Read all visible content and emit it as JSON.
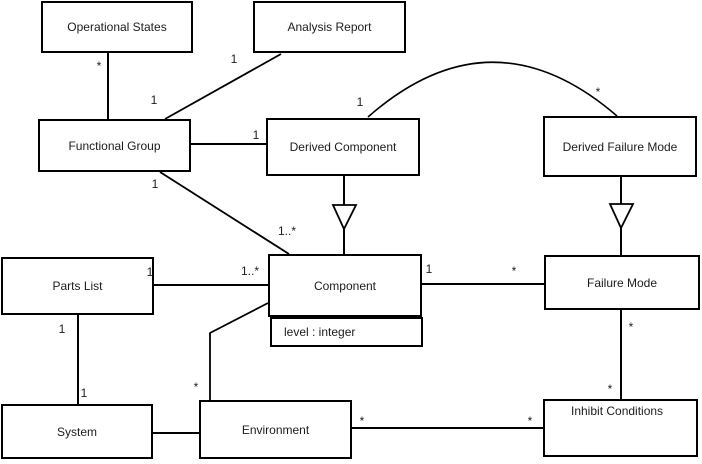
{
  "diagram_type": "uml-class-diagram",
  "colors": {
    "background": "#ffffff",
    "line": "#000000",
    "box_border": "#000000",
    "box_fill": "#ffffff",
    "text": "#1c1c1c"
  },
  "classes": {
    "operational_states": {
      "label": "Operational States"
    },
    "analysis_report": {
      "label": "Analysis Report"
    },
    "functional_group": {
      "label": "Functional Group"
    },
    "derived_component": {
      "label": "Derived Component"
    },
    "derived_failure_mode": {
      "label": "Derived Failure Mode"
    },
    "parts_list": {
      "label": "Parts List"
    },
    "component": {
      "label": "Component",
      "attributes": [
        "level : integer"
      ]
    },
    "failure_mode": {
      "label": "Failure Mode"
    },
    "system": {
      "label": "System"
    },
    "environment": {
      "label": "Environment"
    },
    "inhibit_conditions": {
      "label": "Inhibit Conditions"
    }
  },
  "associations": [
    {
      "type": "association",
      "from": "Operational States",
      "to": "Functional Group",
      "end_a_mult": "*",
      "end_b_mult": "1"
    },
    {
      "type": "association",
      "from": "Analysis Report",
      "to": "Functional Group",
      "end_a_mult": "1"
    },
    {
      "type": "association",
      "from": "Functional Group",
      "to": "Derived Component",
      "end_b_mult": "1"
    },
    {
      "type": "association",
      "from": "Derived Component",
      "to": "Derived Failure Mode",
      "end_a_mult": "1",
      "end_b_mult": "*",
      "shape": "arc"
    },
    {
      "type": "association",
      "from": "Functional Group",
      "to": "Component",
      "end_a_mult": "1",
      "end_b_mult": "1..*"
    },
    {
      "type": "association",
      "from": "Parts List",
      "to": "Component",
      "end_a_mult": "1",
      "end_b_mult": "1..*"
    },
    {
      "type": "association",
      "from": "Component",
      "to": "Failure Mode",
      "end_a_mult": "1",
      "end_b_mult": "*"
    },
    {
      "type": "association",
      "from": "Parts List",
      "to": "System",
      "end_a_mult": "1",
      "end_b_mult": "1"
    },
    {
      "type": "association",
      "from": "Component",
      "to": "Environment",
      "end_b_mult": "*"
    },
    {
      "type": "association",
      "from": "System",
      "to": "Environment"
    },
    {
      "type": "association",
      "from": "Failure Mode",
      "to": "Inhibit Conditions",
      "end_a_mult": "*",
      "end_b_mult": "*"
    },
    {
      "type": "association",
      "from": "Environment",
      "to": "Inhibit Conditions",
      "end_a_mult": "*",
      "end_b_mult": "*"
    },
    {
      "type": "generalization",
      "from": "Derived Component",
      "to": "Component"
    },
    {
      "type": "generalization",
      "from": "Derived Failure Mode",
      "to": "Failure Mode"
    }
  ]
}
